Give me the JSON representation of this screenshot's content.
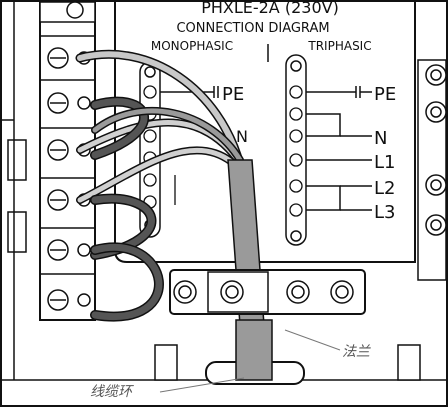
{
  "diagram_header": {
    "model_line": "PHXLE-2A (230V)",
    "subtitle": "CONNECTION DIAGRAM",
    "mono_label": "MONOPHASIC",
    "tri_label": "TRIPHASIC"
  },
  "mono_block": {
    "pe_label": "PE",
    "n_label_partial": "N"
  },
  "tri_block": {
    "pe_label": "PE",
    "terminals": [
      "N",
      "L1",
      "L2",
      "L3"
    ]
  },
  "callouts": {
    "flange": "法兰",
    "cable_loop": "线缆环"
  },
  "colors": {
    "panel_fill": "#ffffff",
    "line": "#111111",
    "wire_dark": "#4d4d4d",
    "wire_light": "#bfbfbf",
    "cable_gray": "#9a9a9a",
    "callout_gray": "#666666"
  }
}
